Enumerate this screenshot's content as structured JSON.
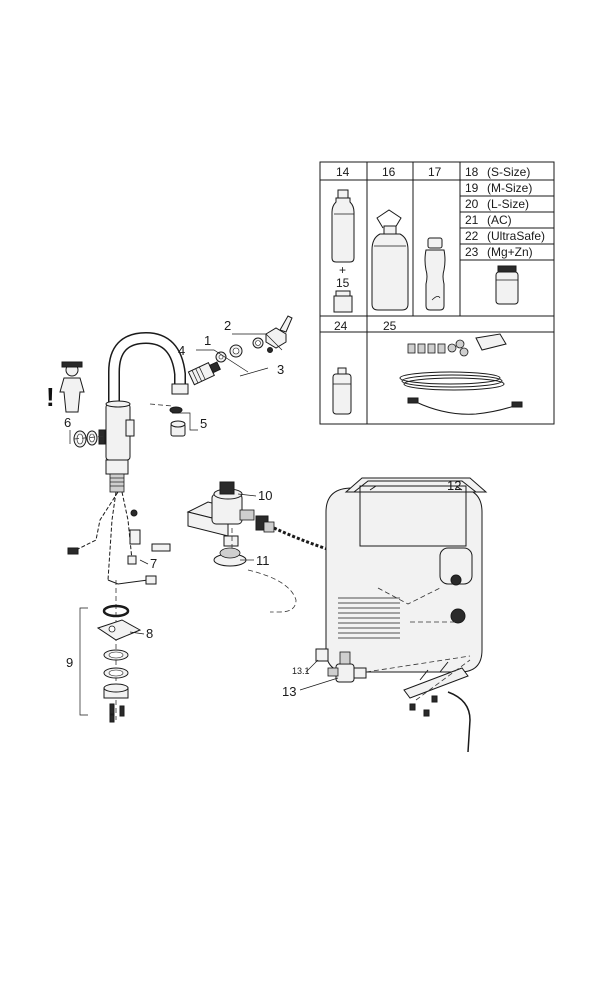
{
  "accessory_table": {
    "headers": [
      "14",
      "16",
      "17",
      "24",
      "25"
    ],
    "plus_sign": "+",
    "item_15": "15",
    "filters": [
      {
        "num": "18",
        "label": "(S-Size)"
      },
      {
        "num": "19",
        "label": "(M-Size)"
      },
      {
        "num": "20",
        "label": "(L-Size)"
      },
      {
        "num": "21",
        "label": "(AC)"
      },
      {
        "num": "22",
        "label": "(UltraSafe)"
      },
      {
        "num": "23",
        "label": "(Mg+Zn)"
      }
    ]
  },
  "callouts": {
    "c1": "1",
    "c2": "2",
    "c3": "3",
    "c4": "4",
    "c5": "5",
    "c6": "6",
    "c7": "7",
    "c8": "8",
    "c9": "9",
    "c10": "10",
    "c11": "11",
    "c12": "12",
    "c13": "13",
    "c13_1": "13.1"
  },
  "warning_mark": "!"
}
